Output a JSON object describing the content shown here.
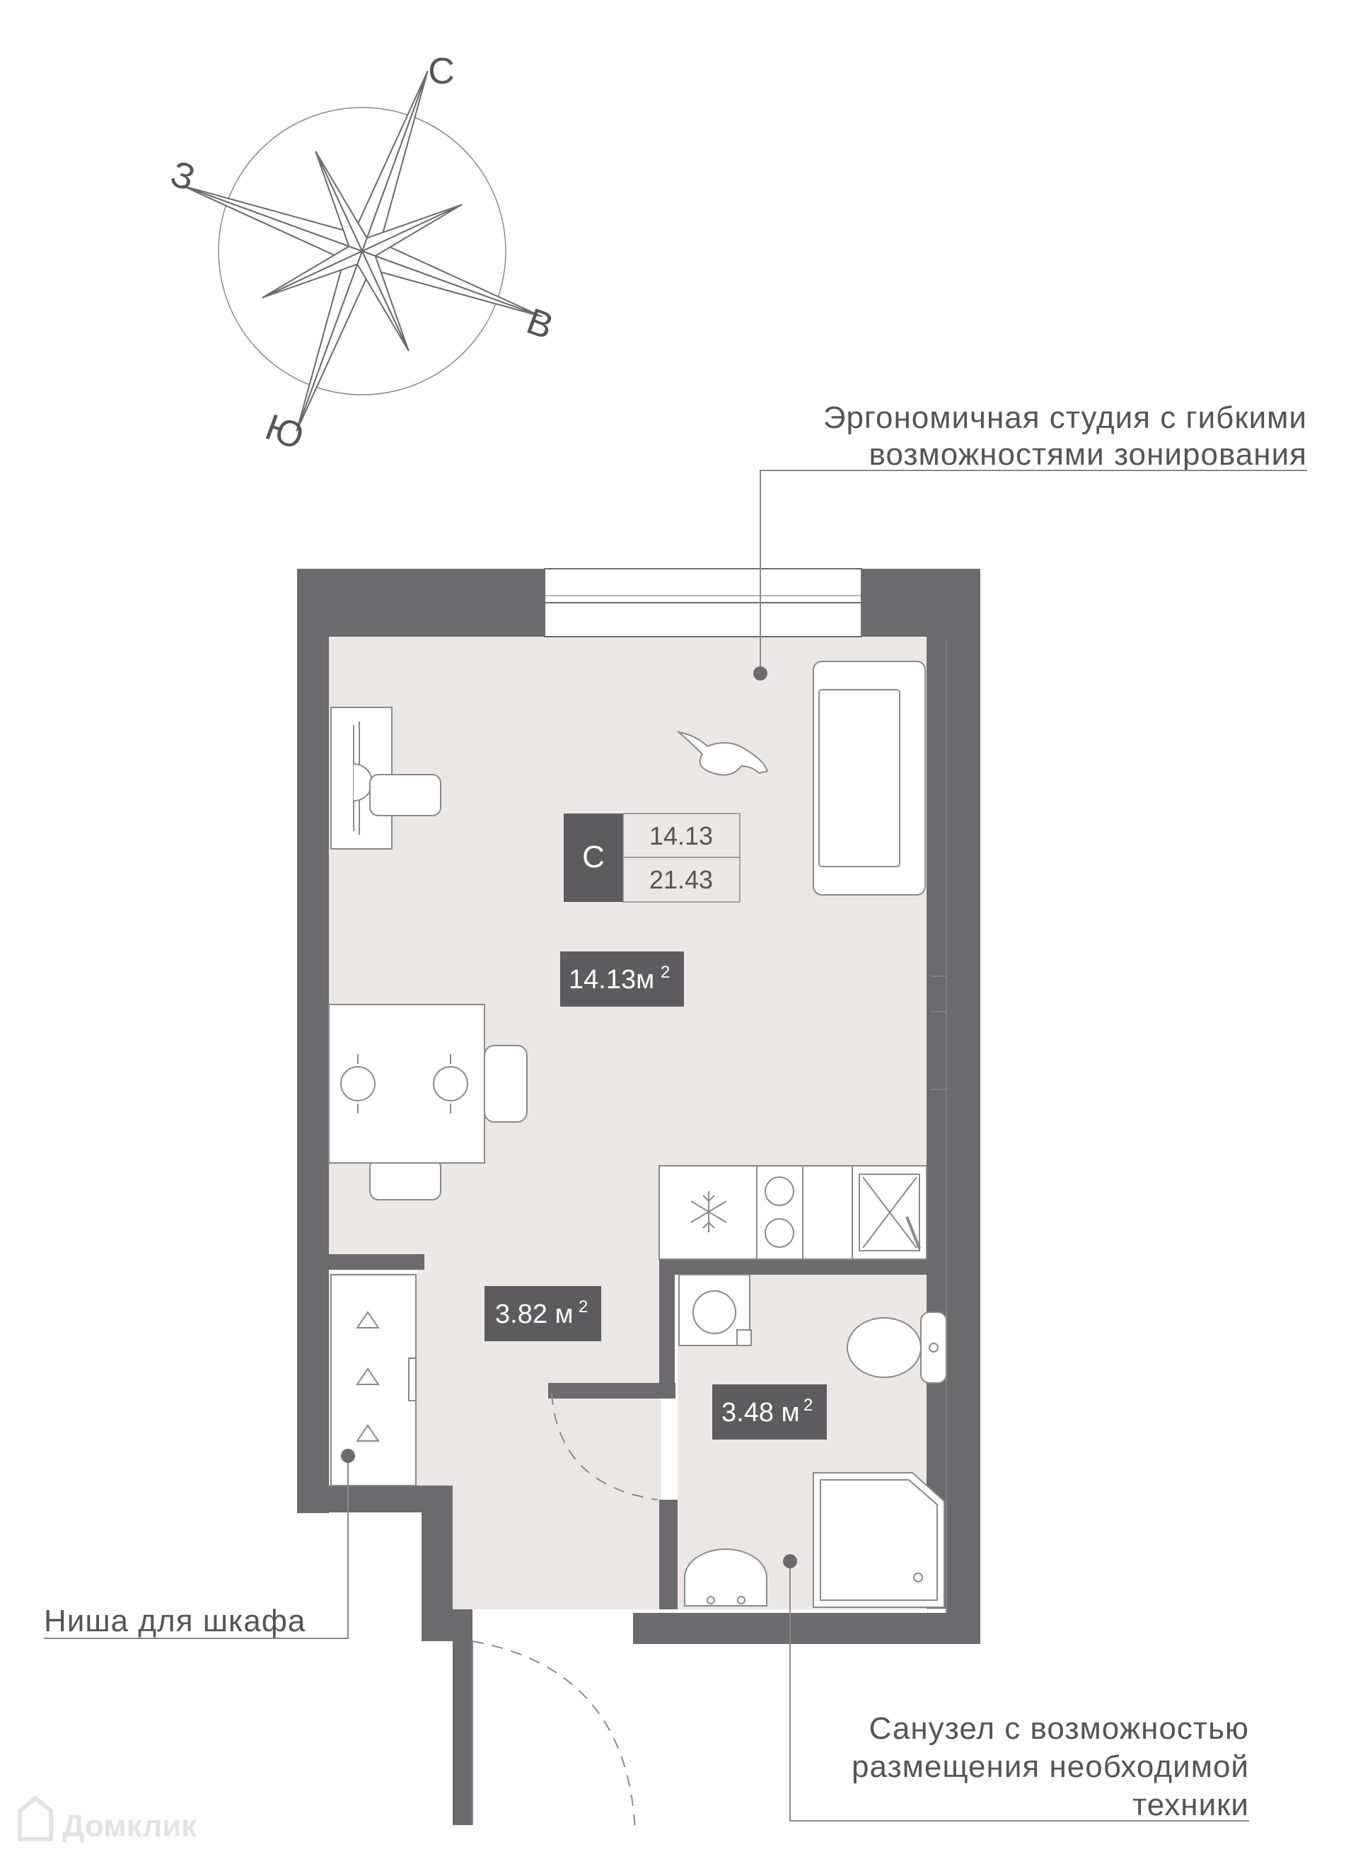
{
  "compass": {
    "north": "С",
    "east": "В",
    "south": "Ю",
    "west": "З"
  },
  "callouts": {
    "studio_line1": "Эргономичная студия с гибкими",
    "studio_line2": "возможностями зонирования",
    "niche": "Ниша для шкафа",
    "bath_line1": "Санузел с возможностью",
    "bath_line2": "размещения необходимой",
    "bath_line3": "техники"
  },
  "apartment": {
    "type_code": "С",
    "living_area": "14.13",
    "total_area": "21.43"
  },
  "rooms": {
    "living": {
      "area": "14.13м",
      "unit_sup": "2"
    },
    "hall": {
      "area": "3.82 м",
      "unit_sup": "2"
    },
    "bath": {
      "area": "3.48 м",
      "unit_sup": "2"
    }
  },
  "watermark": "Домклик",
  "colors": {
    "wall": "#6b6b6d",
    "floor": "#ebe7e7",
    "line": "#8a8a8a",
    "tag_bg": "#5c5c5e",
    "text": "#555555"
  }
}
